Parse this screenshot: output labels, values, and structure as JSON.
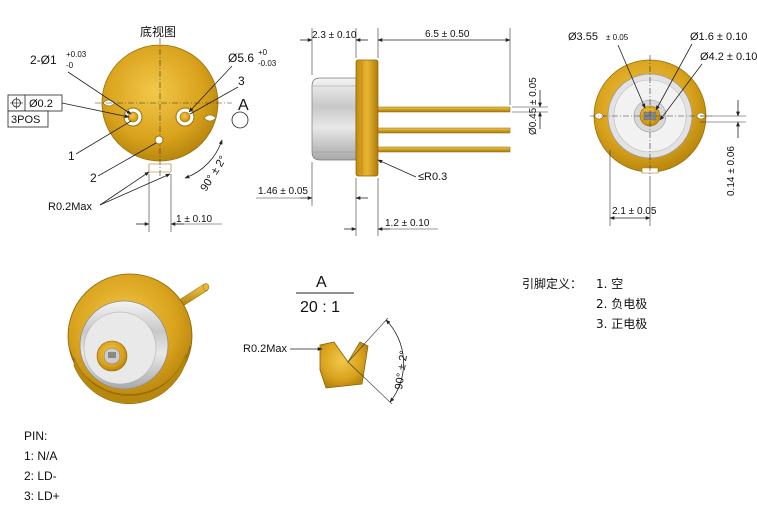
{
  "colors": {
    "gold": "#D9A21C",
    "gold_dark": "#A87A08",
    "gold_light": "#F2C84A",
    "silver": "#D6D6D6",
    "line": "#222222"
  },
  "bottom_view": {
    "title": "底视图",
    "hole_callout_prefix": "2-Ø1",
    "hole_tol_upper": "+0.03",
    "hole_tol_lower": "-0",
    "large_dia": "Ø5.6",
    "large_tol_upper": "+0",
    "large_tol_lower": "-0.03",
    "position_tol": "Ø0.2",
    "position_count": "3POS",
    "pin_1": "1",
    "pin_2": "2",
    "pin_3": "3",
    "detail_ref": "A",
    "angle": "90° ± 2°",
    "radius": "R0.2Max",
    "notch_width": "1 ± 0.10"
  },
  "side_view": {
    "flange_thickness": "2.3 ± 0.10",
    "lead_length": "6.5 ± 0.50",
    "lead_dia": "Ø0.45 ± 0.05",
    "cap_offset": "1.46 ± 0.05",
    "fillet": "≤R0.3",
    "flange_step": "1.2 ± 0.10"
  },
  "front_view": {
    "window_dia": "Ø3.55",
    "window_tol": "± 0.05",
    "aperture_dia": "Ø1.6 ± 0.10",
    "cap_dia": "Ø4.2 ± 0.10",
    "height_offset": "0.14 ± 0.06",
    "width": "2.1 ± 0.05"
  },
  "detail": {
    "label": "A",
    "scale": "20 : 1",
    "radius": "R0.2Max",
    "angle": "90° ± 2°"
  },
  "pin_definition": {
    "heading": "引脚定义：",
    "items": [
      "1. 空",
      "2. 负电极",
      "3. 正电极"
    ]
  },
  "pin_legend": {
    "heading": "PIN:",
    "items": [
      "1: N/A",
      "2: LD-",
      "3: LD+"
    ]
  }
}
